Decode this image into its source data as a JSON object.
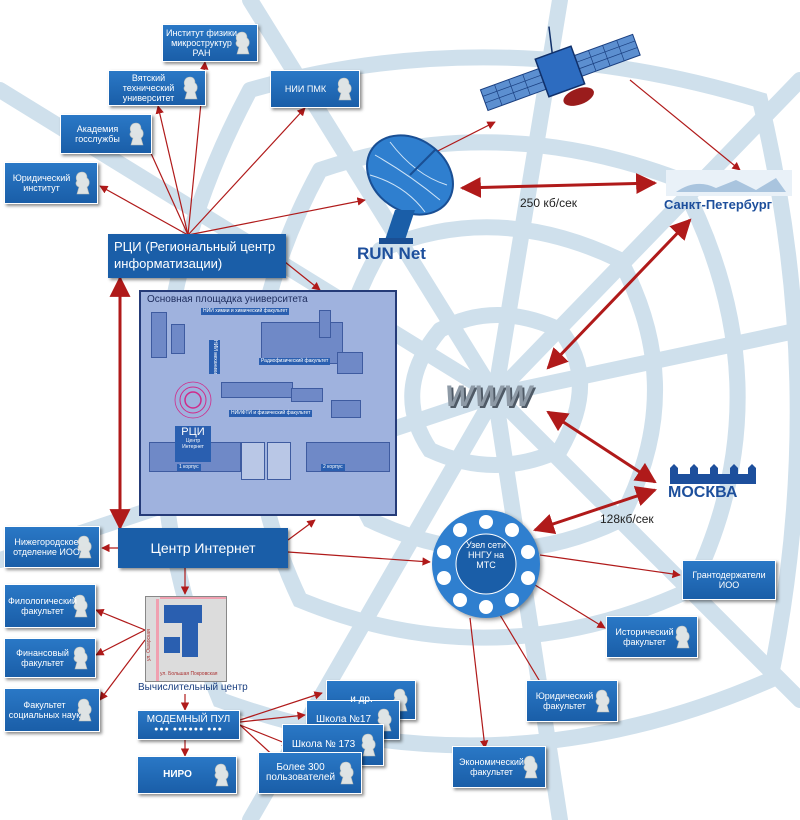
{
  "nodes": {
    "fizika": "Институт физики микроструктур РАН",
    "vyatsky": "Вятский технический университет",
    "nii_pmk": "НИИ ПМК",
    "akademia": "Академия госслужбы",
    "yurinst": "Юридический институт",
    "rci": "РЦИ (Региональный центр информатизации)",
    "run_net": "RUN Net",
    "spb": "Санкт-Петербург",
    "speed_spb": "250 кб/сек",
    "www": "WWW",
    "moscow": "МОСКВА",
    "speed_msk": "128кб/сек",
    "phone_center": "Узел сети ННГУ на МТС",
    "internet_center": "Центр Интернет",
    "nizhegorod": "Нижегородское отделение ИОО",
    "filolog": "Филологический факультет",
    "finans": "Финансовый факультет",
    "social": "Факультет социальных наук",
    "grant": "Грантодержатели ИОО",
    "istoric": "Исторический факультет",
    "yurfak": "Юридический факультет",
    "econom": "Экономический факультет",
    "vychcentr": "Вычислительный центр",
    "modem": "МОДЕМНЫЙ ПУЛ",
    "niro": "НИРО",
    "users": "Более 300 пользователей",
    "school173": "Школа № 173",
    "school17": "Школа №17",
    "etc": "и др."
  },
  "campus": {
    "title": "Основная площадка университета",
    "niih": "НИИ химии и химический факультет",
    "niih_side": "НИИ механики",
    "radio": "Радиофизический факультет",
    "niifti": "НИИФТИ и физический факультет",
    "rci_small": "РЦИ",
    "rci_small_sub": "Центр Интернет",
    "k1": "1 корпус",
    "k2": "2 корпус"
  },
  "mini_map": {
    "label": "Вычислительный центр",
    "street1": "ул. Ошарская",
    "street2": "ул. Большая Покровская"
  },
  "colors": {
    "box": "#1a5ea8",
    "link": "#b01a1a",
    "web": "#c8dcea"
  }
}
